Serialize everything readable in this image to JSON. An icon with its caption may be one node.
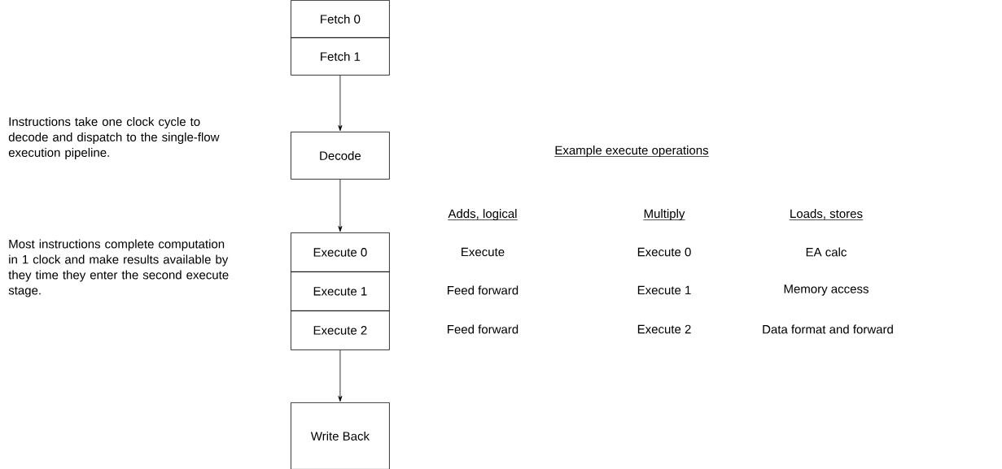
{
  "diagram": {
    "nodes": [
      {
        "text": [
          "Fetch 0"
        ]
      },
      {
        "text": [
          "Fetch 1"
        ]
      },
      {
        "text": [
          "Decode"
        ]
      },
      {
        "text": [
          "Execute 0"
        ]
      },
      {
        "text": [
          "Execute 1"
        ]
      },
      {
        "text": [
          "Execute 2"
        ]
      },
      {
        "text": [
          "Write Back"
        ]
      }
    ],
    "edges": [
      {
        "from": 1,
        "to": 2,
        "arrow": "to"
      },
      {
        "from": 2,
        "to": 3,
        "arrow": "to"
      },
      {
        "from": 5,
        "to": 6,
        "arrow": "to"
      }
    ],
    "labels": [
      "Instructions take one clock cycle to decode and dispatch to the single-flow execution pipeline.",
      "Example execute operations",
      "Adds, logical",
      "Multiply",
      "Loads, stores",
      "Most instructions complete computation in 1 clock and make results available by they time they enter the second execute stage.",
      "Execute",
      "Execute 0",
      "EA calc",
      "Feed forward",
      "Execute 1",
      "Memory access",
      "Feed forward",
      "Execute 2",
      "Data format and forward"
    ]
  }
}
